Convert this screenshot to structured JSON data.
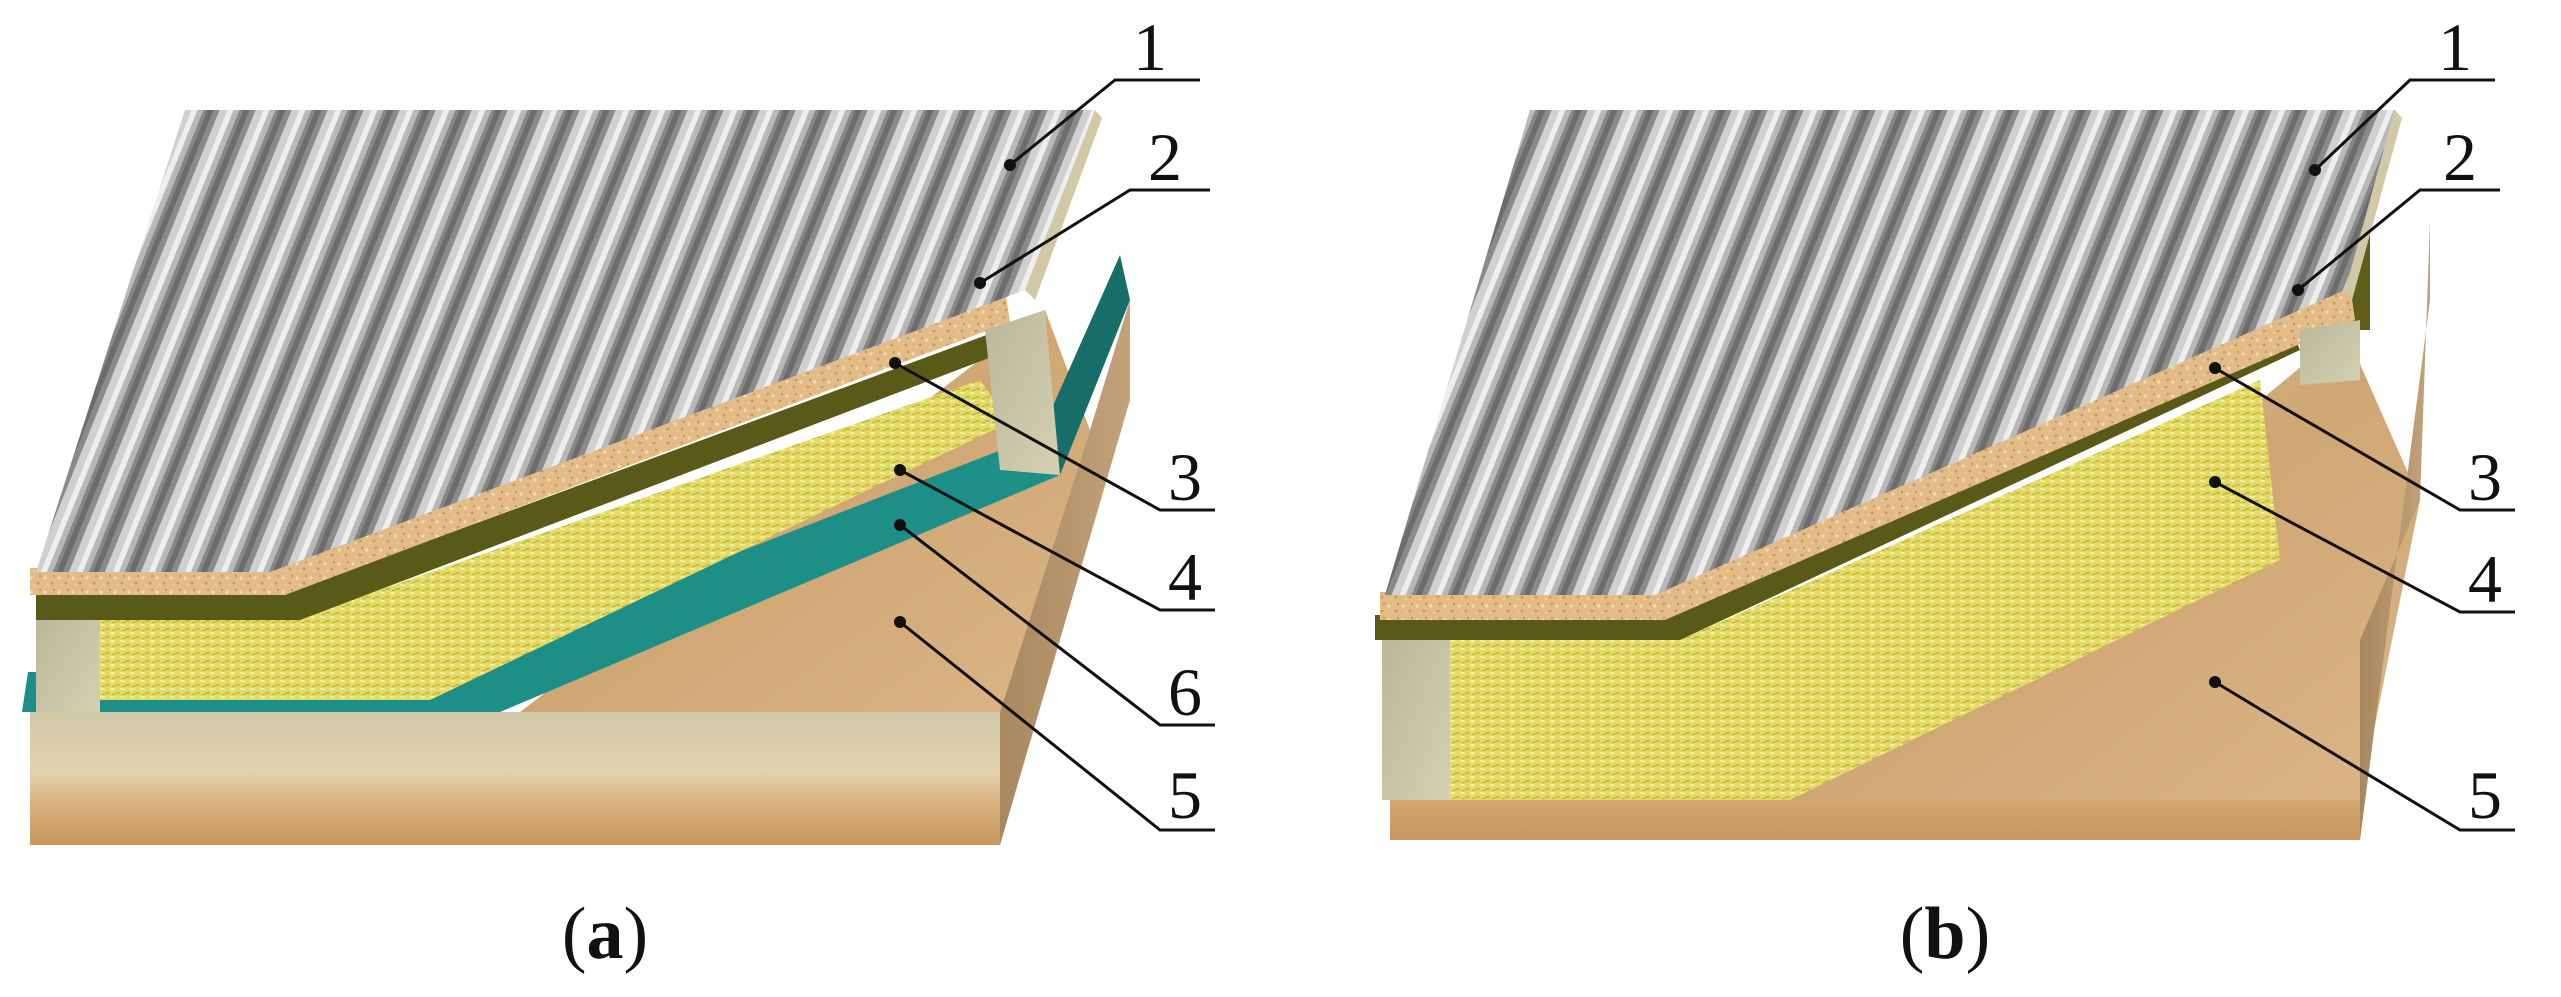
{
  "panels": [
    {
      "id": "a",
      "caption": "(a)",
      "caption_letter": "a",
      "callouts": [
        "1",
        "2",
        "3",
        "4",
        "6",
        "5"
      ]
    },
    {
      "id": "b",
      "caption": "(b)",
      "caption_letter": "b",
      "callouts": [
        "1",
        "2",
        "3",
        "4",
        "5"
      ]
    }
  ],
  "colors": {
    "corrugated_light": "#e8e8e8",
    "corrugated_dark": "#6f6f6f",
    "particle_board": "#e2b884",
    "membrane_olive": "#5a5a14",
    "insulation_yellow": "#e6dc6a",
    "vapor_barrier_teal": "#1b8a84",
    "timber": "#d9b48a",
    "timber_side": "#b8956a",
    "timber_end": "#c9c3a2"
  }
}
